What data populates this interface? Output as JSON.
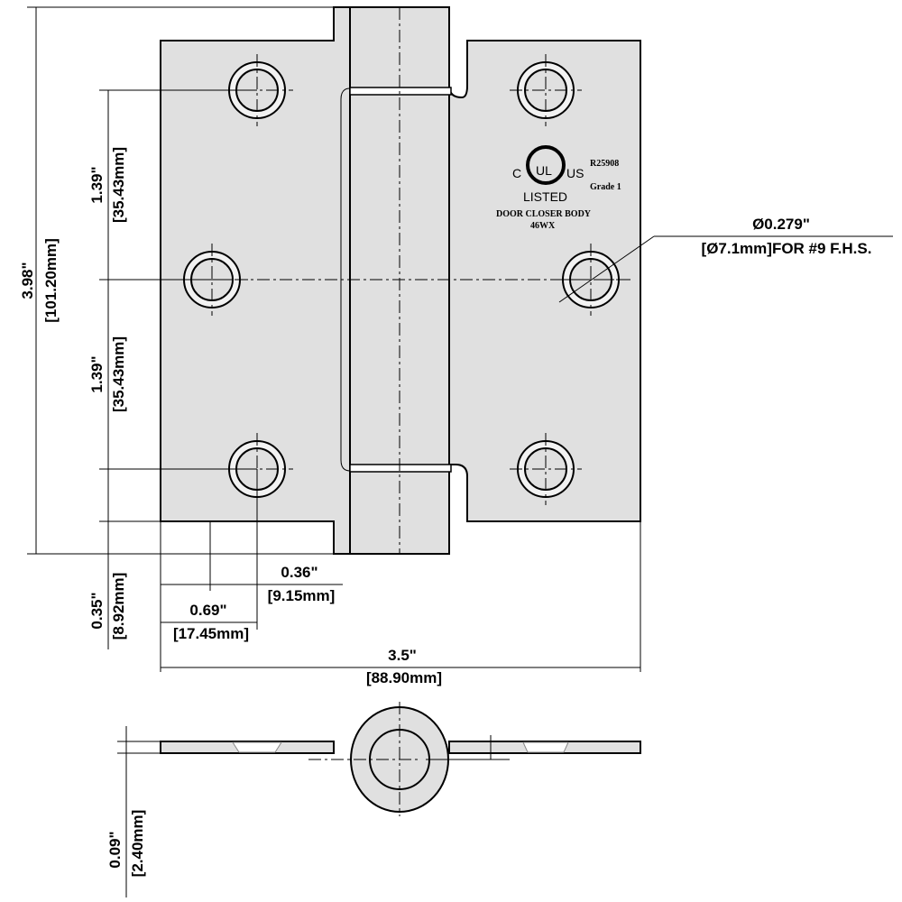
{
  "dimensions": {
    "overall_height": {
      "inch": "3.98\"",
      "mm": "[101.20mm]"
    },
    "hole_spacing_upper": {
      "inch": "1.39\"",
      "mm": "[35.43mm]"
    },
    "hole_spacing_lower": {
      "inch": "1.39\"",
      "mm": "[35.43mm]"
    },
    "bottom_edge_to_hole": {
      "inch": "0.35\"",
      "mm": "[8.92mm]"
    },
    "hole_offset_small": {
      "inch": "0.36\"",
      "mm": "[9.15mm]"
    },
    "hole_offset_large": {
      "inch": "0.69\"",
      "mm": "[17.45mm]"
    },
    "overall_width": {
      "inch": "3.5\"",
      "mm": "[88.90mm]"
    },
    "hole_diameter": {
      "inch": "Ø0.279\"",
      "mm": "[Ø7.1mm]FOR #9 F.H.S."
    },
    "thickness": {
      "inch": "0.09\"",
      "mm": "[2.40mm]"
    }
  },
  "marking": {
    "ul_c": "C",
    "ul_mark": "UL",
    "ul_us": "US",
    "listed": "LISTED",
    "file_no": "R25908",
    "grade": "Grade 1",
    "line1": "DOOR CLOSER BODY",
    "line2": "46WX"
  }
}
